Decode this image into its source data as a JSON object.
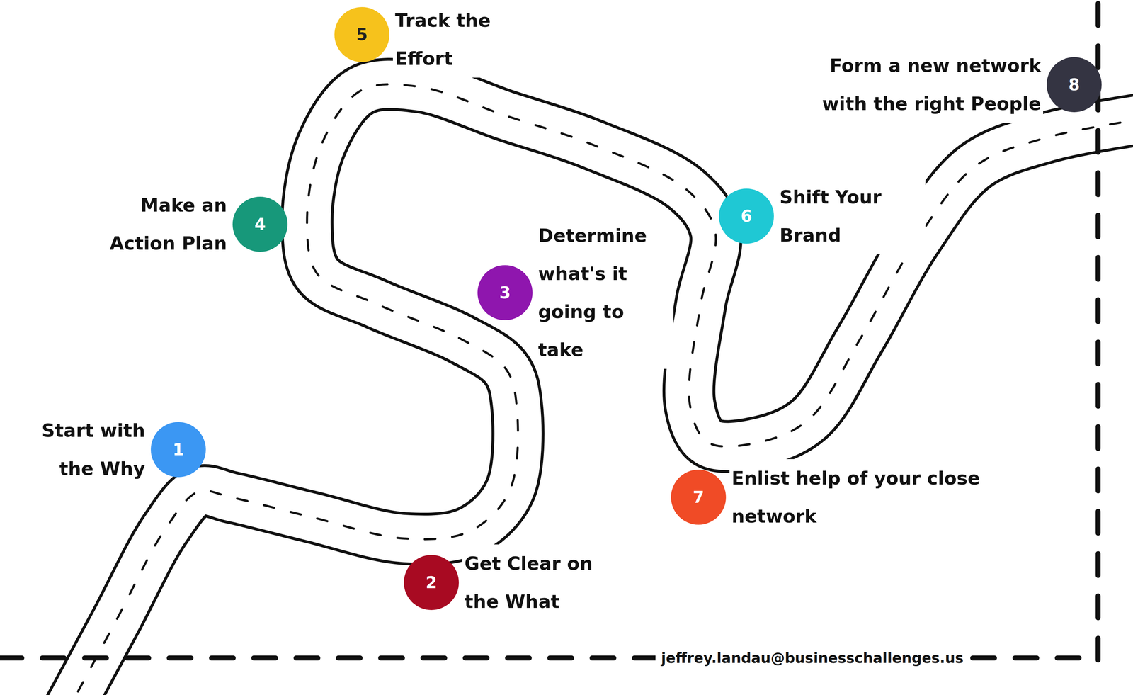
{
  "diagram": {
    "nodes": [
      {
        "text": [
          "1",
          "Start with the Why"
        ]
      },
      {
        "text": [
          "2",
          "Get Clear on the What"
        ]
      },
      {
        "text": [
          "3",
          "Determine what's it going to take"
        ]
      },
      {
        "text": [
          "4",
          "Make an Action Plan"
        ]
      },
      {
        "text": [
          "5",
          "Track the Effort"
        ]
      },
      {
        "text": [
          "6",
          "Shift Your Brand"
        ]
      },
      {
        "text": [
          "7",
          "Enlist help of your close network"
        ]
      },
      {
        "text": [
          "8",
          "Form a new network with the right People"
        ]
      }
    ],
    "labels": [
      "jeffrey.landau@businesschallenges.us"
    ]
  }
}
